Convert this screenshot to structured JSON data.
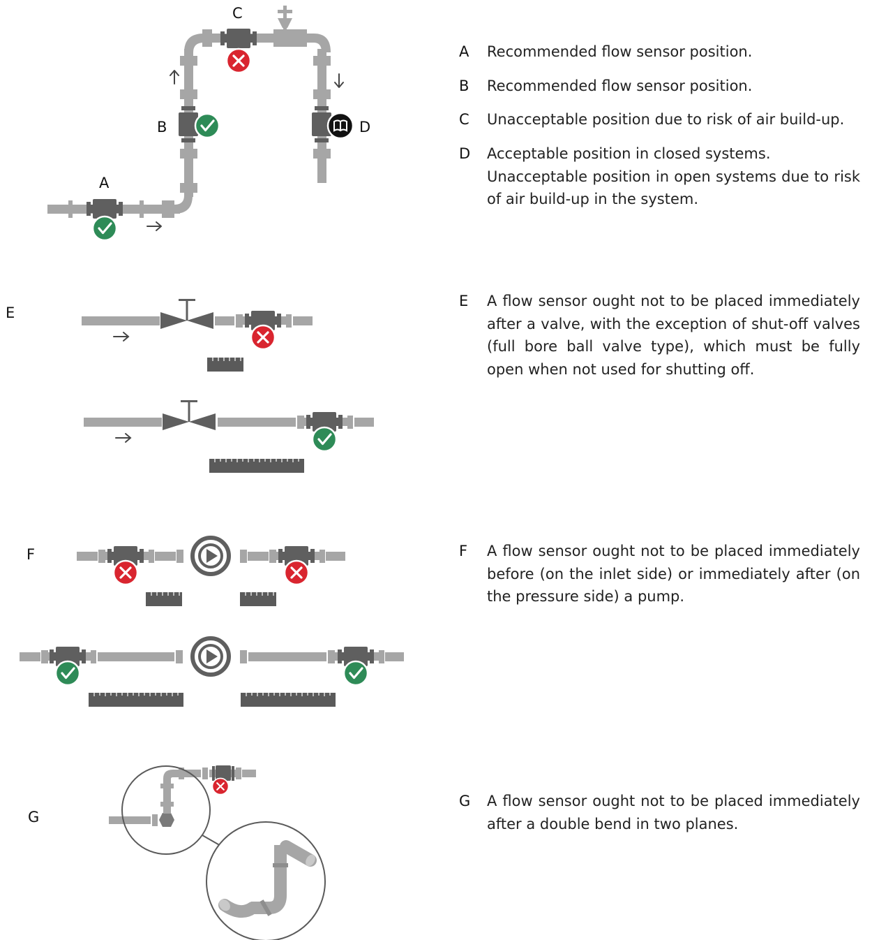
{
  "labels": {
    "A": "A",
    "B": "B",
    "C": "C",
    "D": "D",
    "E": "E",
    "F": "F",
    "G": "G"
  },
  "descriptions": [
    {
      "key": "A",
      "lines": [
        "Recommended flow sensor position."
      ]
    },
    {
      "key": "B",
      "lines": [
        "Recommended flow sensor position."
      ]
    },
    {
      "key": "C",
      "lines": [
        "Unacceptable position due to risk of air build-up."
      ]
    },
    {
      "key": "D",
      "lines": [
        "Acceptable position in closed systems.",
        "Unacceptable position in open systems due to risk of air build-up in the system."
      ]
    },
    {
      "key": "E",
      "lines": [
        "A flow sensor ought not to be placed immediately after a valve, with the exception of shut-off valves (full bore ball valve type), which must be fully open when not used for shutting off."
      ]
    },
    {
      "key": "F",
      "lines": [
        "A flow sensor ought not to be placed immediately before (on the inlet side) or immediately after (on the pressure side) a pump."
      ]
    },
    {
      "key": "G",
      "lines": [
        "A flow sensor ought not to be placed immediately after a double bend in two planes."
      ]
    }
  ],
  "colors": {
    "pipe": "#a6a6a6",
    "component": "#5f5f5f",
    "ok": "#2e8b57",
    "bad": "#d9252f",
    "info": "#111111"
  },
  "icons": {
    "ok": "check-circle-icon",
    "bad": "x-circle-icon",
    "info": "book-icon",
    "flow": "arrow-icon"
  }
}
